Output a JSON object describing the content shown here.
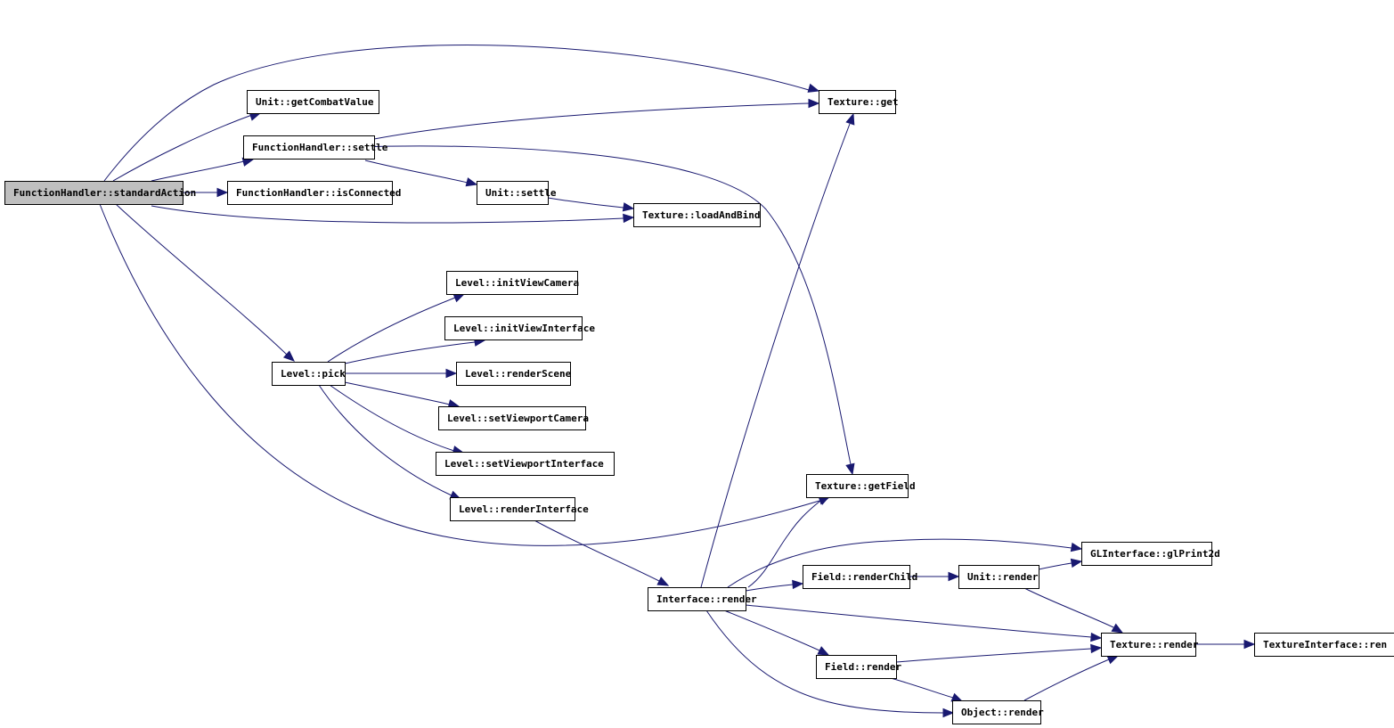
{
  "diagram": {
    "root_fill": "#bfbfbf",
    "node_fill": "#ffffff",
    "edge_color": "#191970",
    "nodes": [
      {
        "id": "standardAction",
        "label": "FunctionHandler::standardAction",
        "root": true
      },
      {
        "id": "getCombatValue",
        "label": "Unit::getCombatValue"
      },
      {
        "id": "fhSettle",
        "label": "FunctionHandler::settle"
      },
      {
        "id": "isConnected",
        "label": "FunctionHandler::isConnected"
      },
      {
        "id": "unitSettle",
        "label": "Unit::settle"
      },
      {
        "id": "texGet",
        "label": "Texture::get"
      },
      {
        "id": "loadAndBind",
        "label": "Texture::loadAndBind"
      },
      {
        "id": "pick",
        "label": "Level::pick"
      },
      {
        "id": "initViewCamera",
        "label": "Level::initViewCamera"
      },
      {
        "id": "initViewInterface",
        "label": "Level::initViewInterface"
      },
      {
        "id": "renderScene",
        "label": "Level::renderScene"
      },
      {
        "id": "setViewportCamera",
        "label": "Level::setViewportCamera"
      },
      {
        "id": "setViewportInterface",
        "label": "Level::setViewportInterface"
      },
      {
        "id": "renderInterface",
        "label": "Level::renderInterface"
      },
      {
        "id": "getField",
        "label": "Texture::getField"
      },
      {
        "id": "ifaceRender",
        "label": "Interface::render"
      },
      {
        "id": "glPrint2d",
        "label": "GLInterface::glPrint2d"
      },
      {
        "id": "renderChild",
        "label": "Field::renderChild"
      },
      {
        "id": "unitRender",
        "label": "Unit::render"
      },
      {
        "id": "texRender",
        "label": "Texture::render"
      },
      {
        "id": "texIfaceRender",
        "label": "TextureInterface::ren"
      },
      {
        "id": "fieldRender",
        "label": "Field::render"
      },
      {
        "id": "objRender",
        "label": "Object::render"
      }
    ],
    "edges": [
      [
        "standardAction",
        "texGet"
      ],
      [
        "standardAction",
        "getCombatValue"
      ],
      [
        "standardAction",
        "fhSettle"
      ],
      [
        "standardAction",
        "isConnected"
      ],
      [
        "standardAction",
        "loadAndBind"
      ],
      [
        "standardAction",
        "pick"
      ],
      [
        "standardAction",
        "getField"
      ],
      [
        "fhSettle",
        "texGet"
      ],
      [
        "fhSettle",
        "getField"
      ],
      [
        "fhSettle",
        "unitSettle"
      ],
      [
        "unitSettle",
        "loadAndBind"
      ],
      [
        "pick",
        "initViewCamera"
      ],
      [
        "pick",
        "initViewInterface"
      ],
      [
        "pick",
        "renderScene"
      ],
      [
        "pick",
        "setViewportCamera"
      ],
      [
        "pick",
        "setViewportInterface"
      ],
      [
        "pick",
        "renderInterface"
      ],
      [
        "renderInterface",
        "ifaceRender"
      ],
      [
        "ifaceRender",
        "texGet"
      ],
      [
        "ifaceRender",
        "getField"
      ],
      [
        "ifaceRender",
        "glPrint2d"
      ],
      [
        "ifaceRender",
        "renderChild"
      ],
      [
        "ifaceRender",
        "texRender"
      ],
      [
        "ifaceRender",
        "fieldRender"
      ],
      [
        "ifaceRender",
        "objRender"
      ],
      [
        "renderChild",
        "unitRender"
      ],
      [
        "unitRender",
        "glPrint2d"
      ],
      [
        "unitRender",
        "texRender"
      ],
      [
        "fieldRender",
        "texRender"
      ],
      [
        "fieldRender",
        "objRender"
      ],
      [
        "objRender",
        "texRender"
      ],
      [
        "texRender",
        "texIfaceRender"
      ]
    ]
  }
}
